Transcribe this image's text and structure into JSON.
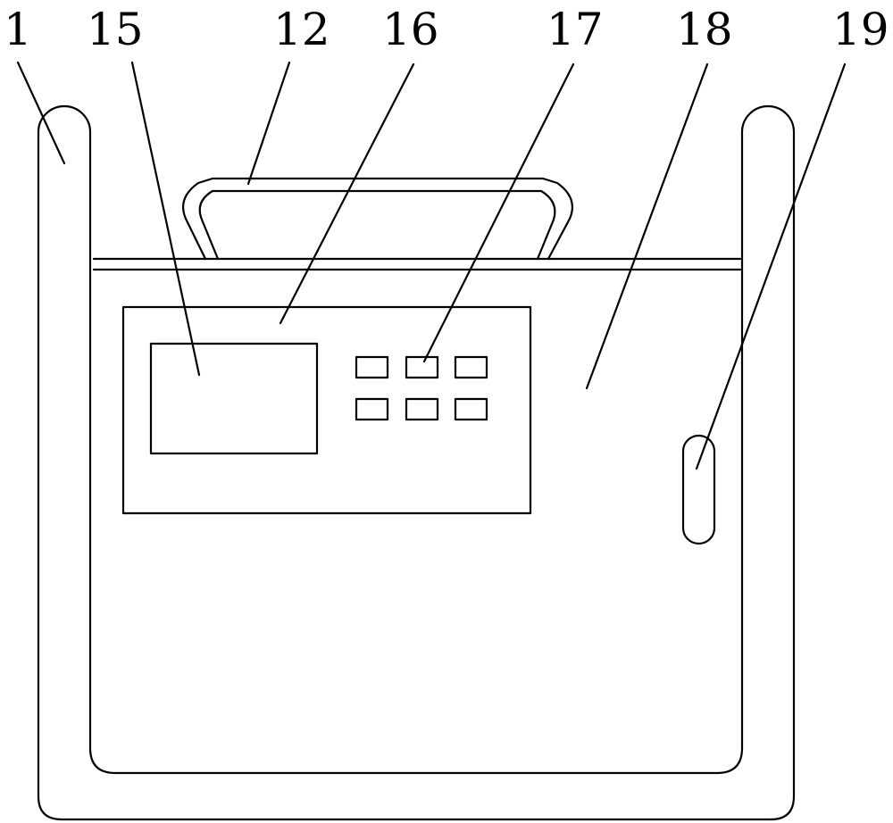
{
  "reference_labels": {
    "frame": "1",
    "display_screen": "15",
    "handle": "12",
    "control_panel": "16",
    "buttons": "17",
    "housing": "18",
    "side_slot": "19"
  },
  "colors": {
    "line": "#000000",
    "background": "#ffffff"
  }
}
